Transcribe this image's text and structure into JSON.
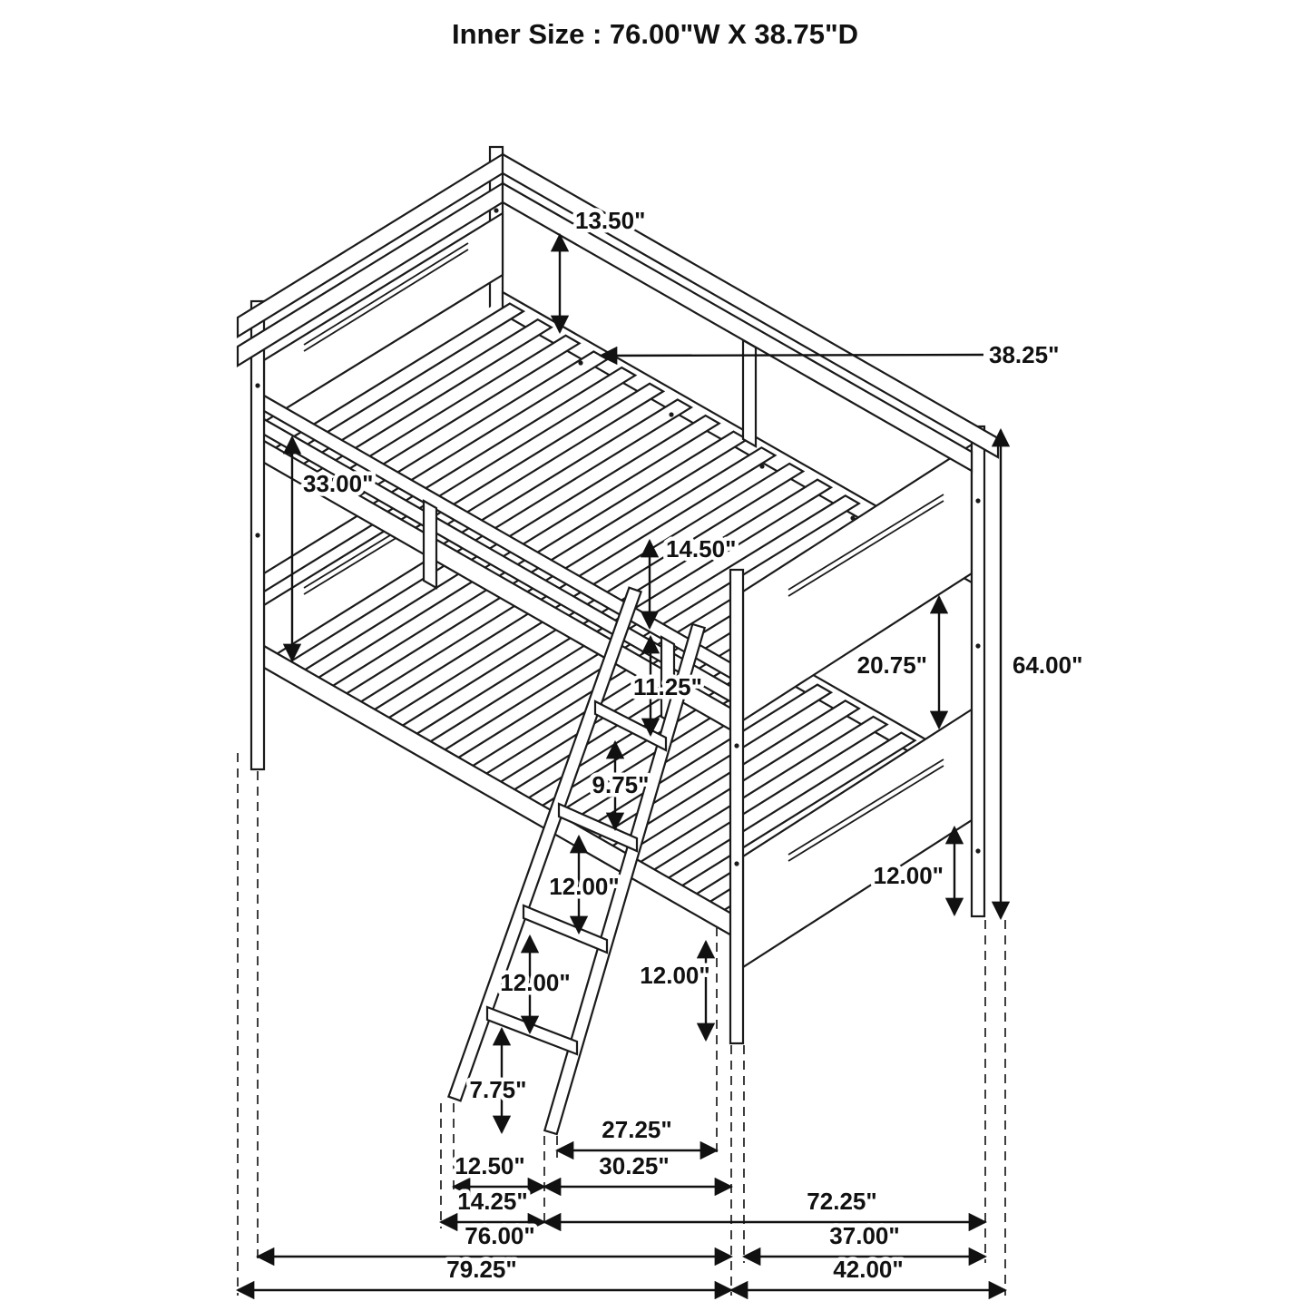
{
  "title": "Inner Size : 76.00\"W X 38.75\"D",
  "colors": {
    "line": "#1a1a1a",
    "background": "#ffffff"
  },
  "dimensions": {
    "rail_gap": "13.50\"",
    "inner_depth": "38.25\"",
    "rail_to_lower_deck": "33.00\"",
    "guardrail_height": "14.50\"",
    "bunk_gap": "20.75\"",
    "overall_height": "64.00\"",
    "ladder_hook_spacing": "11.25\"",
    "step_spacing_top": "9.75\"",
    "step_spacing_mid": "12.00\"",
    "step_spacing_lower": "12.00\"",
    "lower_bunk_clearance": "12.00\"",
    "right_leg_clearance": "12.00\"",
    "bottom_step_height": "7.75\"",
    "ladder_reach": "27.25\"",
    "ladder_inner_width": "12.50\"",
    "ladder_span": "30.25\"",
    "ladder_outer_width": "14.25\"",
    "length_to_ladder": "72.25\"",
    "inner_length": "76.00\"",
    "end_depth": "37.00\"",
    "overall_length": "79.25\"",
    "overall_depth": "42.00\""
  }
}
